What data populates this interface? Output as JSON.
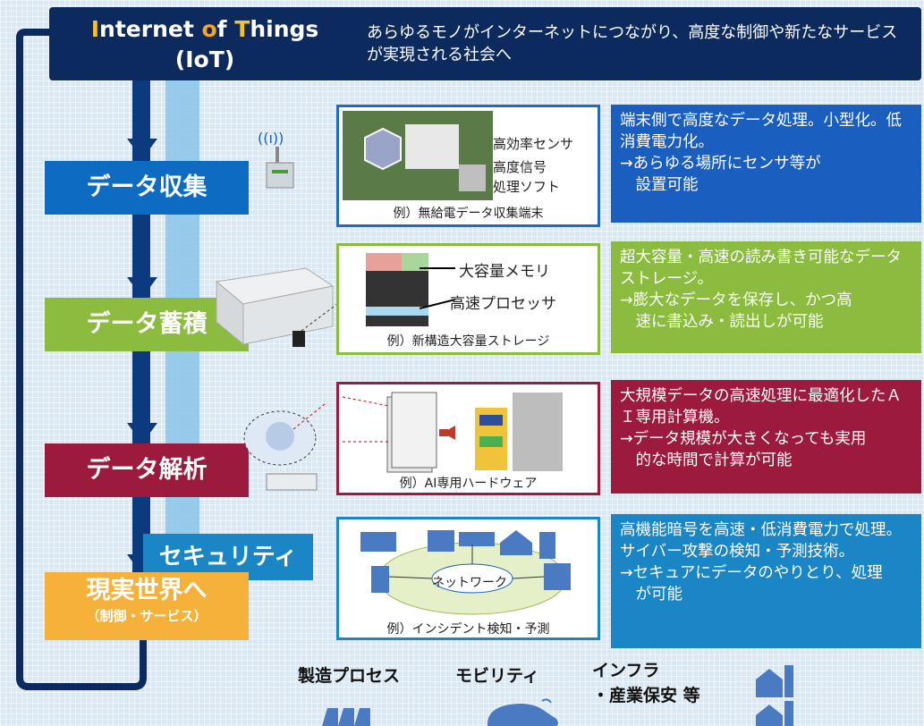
{
  "header": {
    "title_parts": [
      "I",
      "nternet ",
      "o",
      "f ",
      "T",
      "hings"
    ],
    "title_sub": "(IoT)",
    "description": "あらゆるモノがインターネットにつながり、高度な制御や新たなサービスが実現される社会へ"
  },
  "stages": {
    "collect": "データ収集",
    "store": "データ蓄積",
    "analyze": "データ解析",
    "security": "セキュリティ",
    "real": "現実世界へ",
    "real_sub": "（制御・サービス）"
  },
  "examples": {
    "collect": {
      "labels": [
        "高効率センサ",
        "高度信号",
        "処理ソフト"
      ],
      "caption": "例）無給電データ収集端末"
    },
    "store": {
      "labels": [
        "大容量メモリ",
        "高速プロセッサ"
      ],
      "caption": "例）新構造大容量ストレージ"
    },
    "analyze": {
      "caption": "例）AI専用ハードウェア"
    },
    "security": {
      "network": "ネットワーク",
      "caption": "例）インシデント検知・予測"
    }
  },
  "descriptions": {
    "collect": "端末側で高度なデータ処理。小型化。低消費電力化。\n→あらゆる場所にセンサ等が\n　設置可能",
    "store": "超大容量・高速の読み書き可能なデータストレージ。\n→膨大なデータを保存し、かつ高\n　速に書込み・読出しが可能",
    "analyze": "大規模データの高速処理に最適化したＡＩ専用計算機。\n→データ規模が大きくなっても実用\n　的な時間で計算が可能",
    "security": "高機能暗号を高速・低消費電力で処理。サイバー攻撃の検知・予測技術。\n→セキュアにデータのやりとり、処理\n　が可能"
  },
  "fields": {
    "manufacturing": "製造プロセス",
    "mobility": "モビリティ",
    "infra_1": "インフラ",
    "infra_2": "・産業保安 等"
  },
  "colors": {
    "header": "#0c2a5e",
    "collect": "#0d6cc2",
    "store": "#8cbc3f",
    "analyze": "#9c1b3d",
    "security": "#1a86c5",
    "real": "#f6b13b"
  }
}
